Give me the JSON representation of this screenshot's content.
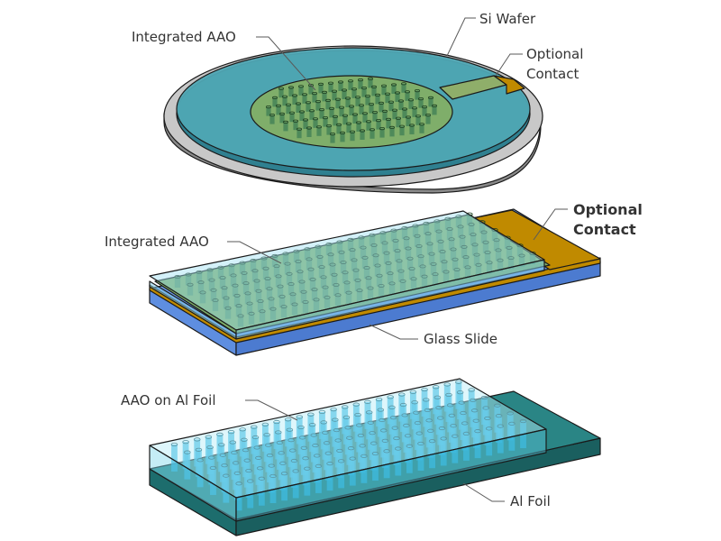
{
  "labels": {
    "wafer_integrated_aao": "Integrated AAO",
    "si_wafer": "Si Wafer",
    "wafer_optional_line1": "Optional",
    "wafer_optional_line2": "Contact",
    "slide_integrated_aao": "Integrated AAO",
    "slide_optional_line1": "Optional",
    "slide_optional_line2": "Contact",
    "glass_slide": "Glass Slide",
    "aao_on_al_foil": "AAO on Al Foil",
    "al_foil": "Al Foil"
  },
  "colors": {
    "wafer_top": "#c8c8c8",
    "wafer_side": "#8a8a8a",
    "aao_film": "#4fa6b4",
    "aao_region": "#7fae6a",
    "contact_gold": "#c08a00",
    "glass_blue": "#5e8ee0",
    "glass_top": "#7fcbe8",
    "foil_dark": "#1d6d6d",
    "foil_top": "#2a8585",
    "pore_cyan": "#2ab3e0"
  }
}
